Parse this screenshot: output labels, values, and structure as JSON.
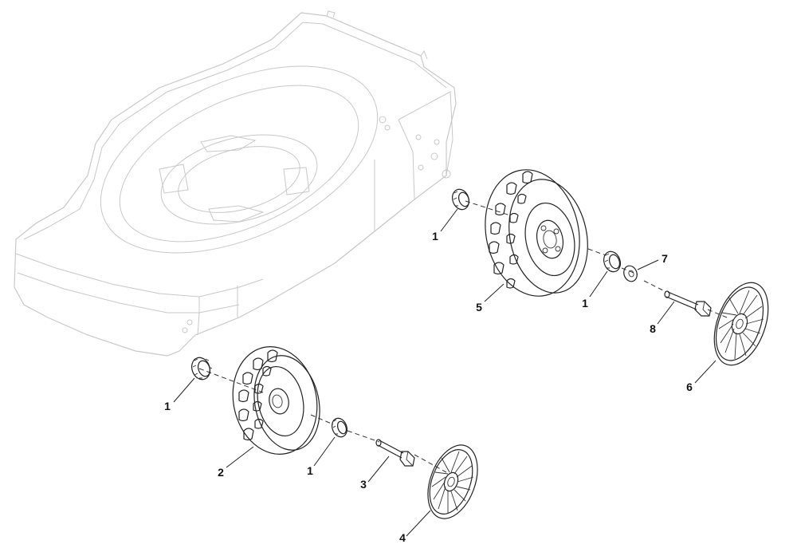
{
  "callouts": {
    "c1a": "1",
    "c1b": "1",
    "c1c": "1",
    "c1d": "1",
    "c2": "2",
    "c3": "3",
    "c4": "4",
    "c5": "5",
    "c6": "6",
    "c7": "7",
    "c8": "8"
  },
  "colors": {
    "ink": "#222222",
    "deck": "#c8c8c8"
  }
}
